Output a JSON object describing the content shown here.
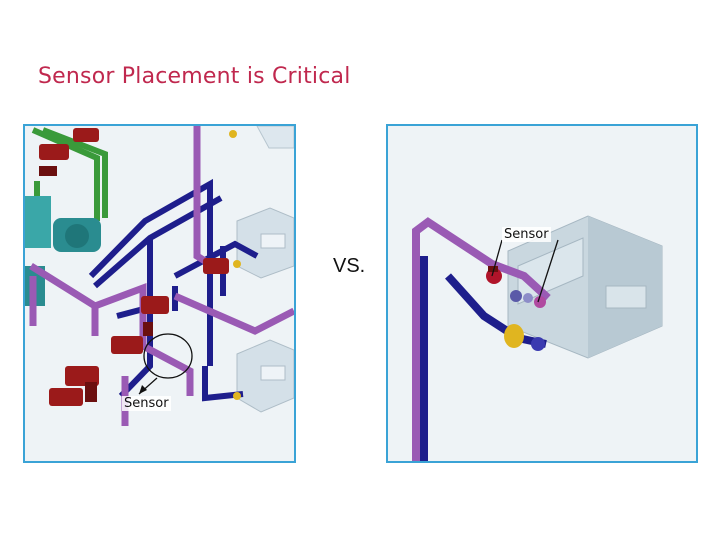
{
  "slide": {
    "title": "Sensor Placement is Critical",
    "comparison_label": "VS.",
    "left_callout": "Sensor",
    "right_callout": "Sensor"
  },
  "panels": {
    "left": {
      "illustration": "pump-piping-layout-sensor-far"
    },
    "right": {
      "illustration": "pump-piping-layout-sensor-near"
    }
  },
  "colors": {
    "title": "#c0284e",
    "panel_border": "#3aa3d6",
    "pipe_dark_blue": "#1e1e8c",
    "pipe_purple": "#9a5ab4",
    "pipe_green": "#3a9a3a",
    "pump_red": "#9b1a1a",
    "equipment_gray": "#c9d7df"
  }
}
